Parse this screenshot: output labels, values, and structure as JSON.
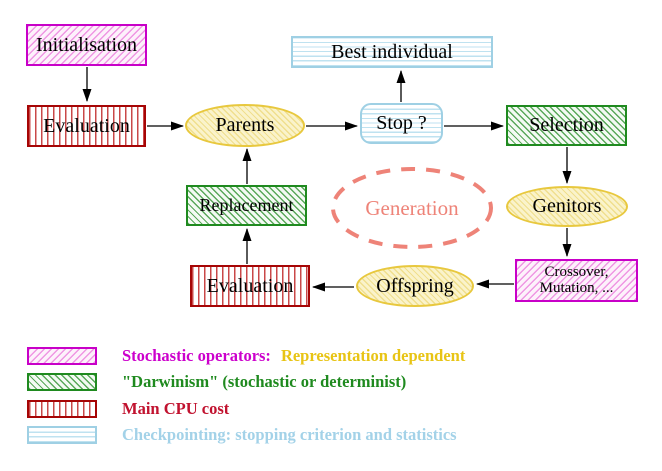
{
  "diagram": {
    "nodes": {
      "initialisation": "Initialisation",
      "evaluation_top": "Evaluation",
      "parents": "Parents",
      "best_individual": "Best individual",
      "stop": "Stop ?",
      "selection": "Selection",
      "genitors": "Genitors",
      "crossover_line1": "Crossover,",
      "crossover_line2": "Mutation, ...",
      "offspring": "Offspring",
      "evaluation_bottom": "Evaluation",
      "replacement": "Replacement",
      "generation": "Generation"
    },
    "legend": {
      "items": [
        {
          "swatch": "magenta-diagonal-hatch",
          "label": "Stochastic operators:",
          "label_secondary": "Representation dependent"
        },
        {
          "swatch": "green-diagonal-hatch",
          "label": "\"Darwinism\" (stochastic or determinist)"
        },
        {
          "swatch": "red-vertical-stripes",
          "label": "Main CPU cost"
        },
        {
          "swatch": "cyan-horizontal-stripes",
          "label": "Checkpointing: stopping criterion and statistics"
        }
      ]
    },
    "colors": {
      "magenta": "#cc00cc",
      "gold": "#e8c414",
      "green": "#1f8a1f",
      "red": "#c1122f",
      "light_blue": "#a3d2e8",
      "salmon": "#ee8378",
      "yellow": "#e8c83e"
    }
  }
}
